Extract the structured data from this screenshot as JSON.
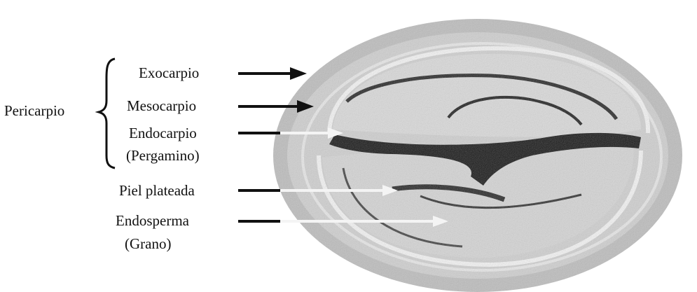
{
  "figure": {
    "group_label": "Pericarpio",
    "labels": {
      "exocarpio": "Exocarpio",
      "mesocarpio": "Mesocarpio",
      "endocarpio": "Endocarpio",
      "pergamino": "(Pergamino)",
      "piel_plateada": "Piel plateada",
      "endosperma": "Endosperma",
      "grano": "(Grano)"
    },
    "colors": {
      "label_text": "#111111",
      "black_arrow": "#111111",
      "white_arrow": "#f4f4f4",
      "tissue_light": "#d2d2d2",
      "tissue_dark": "#1a1a1a"
    }
  }
}
